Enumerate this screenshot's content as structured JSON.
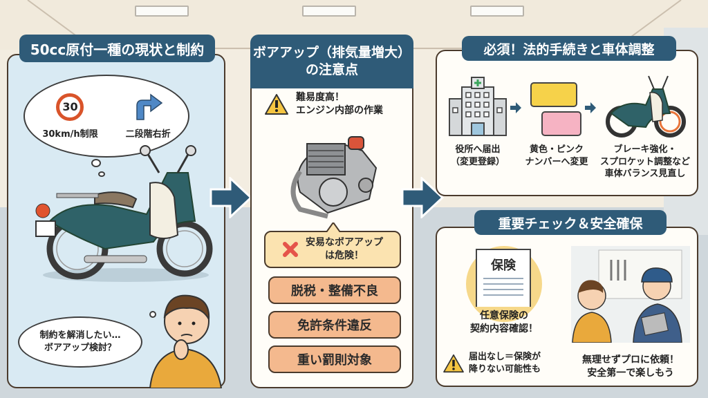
{
  "colors": {
    "title_bg": "#2f5b78",
    "panel_bg": "#fffdf8",
    "panel1_bg": "#d9eaf3",
    "warn_bg": "#fbe3b0",
    "danger_box_bg": "#f4b98e",
    "arrow": "#2f5b78",
    "yellow_plate": "#f6d24a",
    "pink_plate": "#f6b3c3",
    "speed_sign_ring": "#d9542a"
  },
  "panel1": {
    "title": "50cc原付一種の現状と制約",
    "restrictions": [
      {
        "icon": "speed-limit-30-icon",
        "sign_text": "30",
        "label": "30km/h制限"
      },
      {
        "icon": "right-turn-arrow-icon",
        "label": "二段階右折"
      }
    ],
    "thought": "制約を解消したい…\nボアアップ検討？"
  },
  "panel2": {
    "title": "ボアアップ（排気量増大）\nの注意点",
    "warning": "難易度高！\nエンジン内部の作業",
    "danger_note": "安易なボアアップ\nは危険！",
    "risks": [
      "脱税・整備不良",
      "免許条件違反",
      "重い罰則対象"
    ]
  },
  "panel3": {
    "title": "必須！法的手続きと車体調整",
    "steps": [
      {
        "icon": "city-hall-icon",
        "label": "役所へ届出\n（変更登録）"
      },
      {
        "icon": "license-plate-icon",
        "label": "黄色・ピンク\nナンバーへ変更"
      },
      {
        "icon": "motorcycle-icon",
        "label": "ブレーキ強化・\nスプロケット調整など\n車体バランス見直し"
      }
    ]
  },
  "panel4": {
    "title": "重要チェック＆安全確保",
    "insurance_doc": "保険",
    "insurance_label": "任意保険の\n契約内容確認！",
    "insurance_warning": "届出なし＝保険が\n降りない可能性も",
    "pro_advice": "無理せずプロに依頼！\n安全第一で楽しもう"
  }
}
